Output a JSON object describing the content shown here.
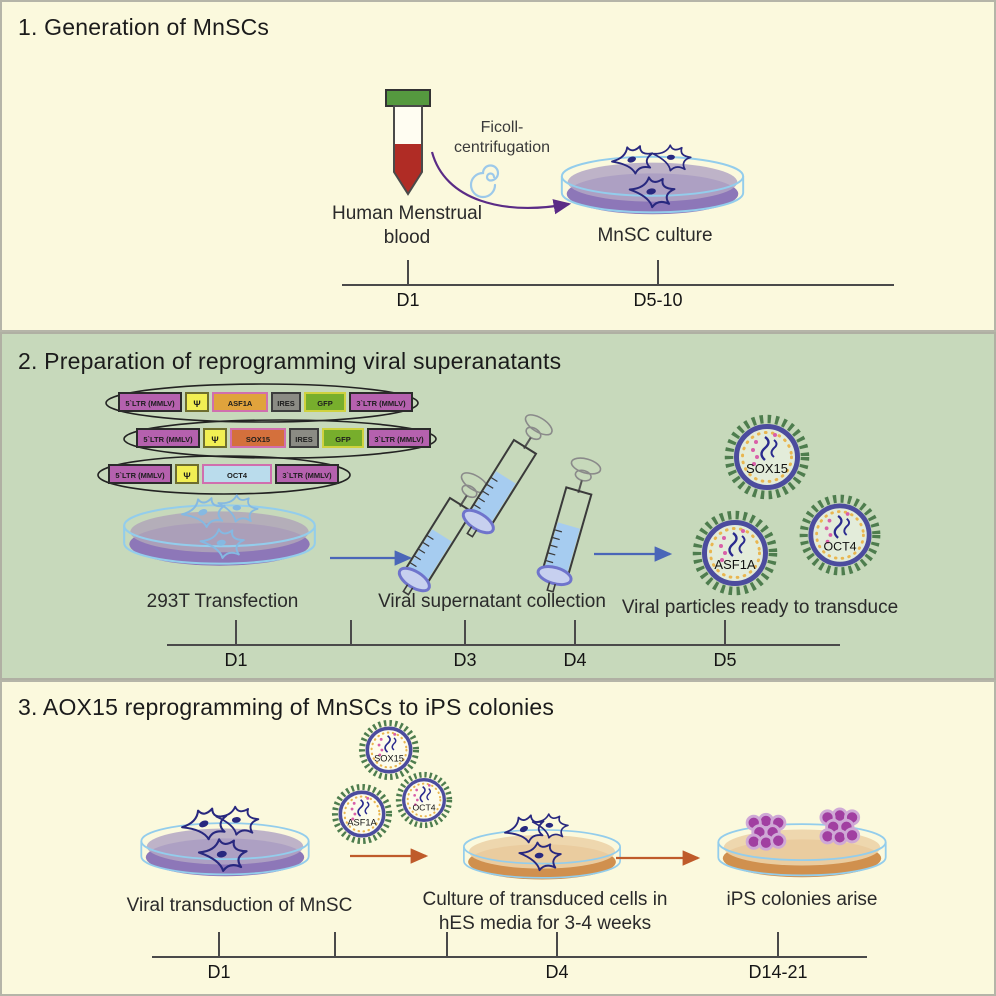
{
  "panel1": {
    "title": "1. Generation of MnSCs",
    "blood_tube_label": {
      "line1": "Human Menstrual",
      "line2": "blood"
    },
    "ficoll_label": {
      "line1": "Ficoll-",
      "line2": "centrifugation"
    },
    "dish_label": "MnSC culture",
    "timeline": {
      "labels": [
        "D1",
        "D5-10"
      ]
    }
  },
  "panel2": {
    "title": "2. Preparation of reprogramming viral superanatants",
    "constructs": [
      {
        "segments": [
          "5`LTR (MMLV)",
          "Ψ",
          "ASF1A",
          "IRES",
          "GFP",
          "3`LTR (MMLV)"
        ]
      },
      {
        "segments": [
          "5`LTR (MMLV)",
          "Ψ",
          "SOX15",
          "IRES",
          "GFP",
          "3`LTR (MMLV)"
        ]
      },
      {
        "segments": [
          "5`LTR (MMLV)",
          "Ψ",
          "OCT4",
          "3`LTR (MMLV)"
        ]
      }
    ],
    "transfection_label": "293T Transfection",
    "supernatant_label": "Viral supernatant collection",
    "particles_label": "Viral particles ready to transduce",
    "virus_labels": {
      "sox15": "SOX15",
      "asf1a": "ASF1A",
      "oct4": "OCT4"
    },
    "timeline": {
      "labels": [
        "D1",
        "",
        "D3",
        "D4",
        "D5"
      ]
    }
  },
  "panel3": {
    "title": "3. AOX15 reprogramming of MnSCs to iPS colonies",
    "virus_labels": {
      "sox15": "SOX15",
      "asf1a": "ASF1A",
      "oct4": "OCT4"
    },
    "transduction_label": "Viral transduction of MnSC",
    "culture_label": {
      "line1": "Culture of transduced cells in",
      "line2": "hES media for 3-4 weeks"
    },
    "colonies_label": "iPS colonies arise",
    "timeline": {
      "labels": [
        "D1",
        "",
        "",
        "D4",
        "D14-21"
      ]
    }
  },
  "colors": {
    "panel_cream": "#fbf9dd",
    "panel_green": "#c7d9bb",
    "tube_cap_green": "#55993f",
    "blood_red": "#b02c25",
    "media_purple": "#8d77b8",
    "media_purple_light": "#b3a7c4",
    "media_orange": "#d0904e",
    "media_orange_light": "#ecd3a8",
    "dish_rim_blue": "#93cdec",
    "mnsc_cell_navy": "#28287f",
    "cell_293t_blue": "#85b9e2",
    "colony_purple": "#a13fa1",
    "virus_spike_green": "#4e7d4e",
    "virus_ring_purple": "#4c4c9e",
    "virus_dot_orange": "#e9b650",
    "virus_rna_navy": "#2a2a8e",
    "virus_dot_pink": "#d95fa8",
    "arrow_purple": "#5a2b86",
    "arrow_blue": "#4a66b8",
    "arrow_orange": "#bf5b2a",
    "ltr_purple": "#b561ae",
    "psi_yellow": "#f2ef53",
    "asf1a_orange": "#e0a33c",
    "sox15_orange": "#d4703c",
    "ires_gray": "#8b8b84",
    "gfp_green": "#77ae2c",
    "oct4_blue": "#badcec"
  }
}
